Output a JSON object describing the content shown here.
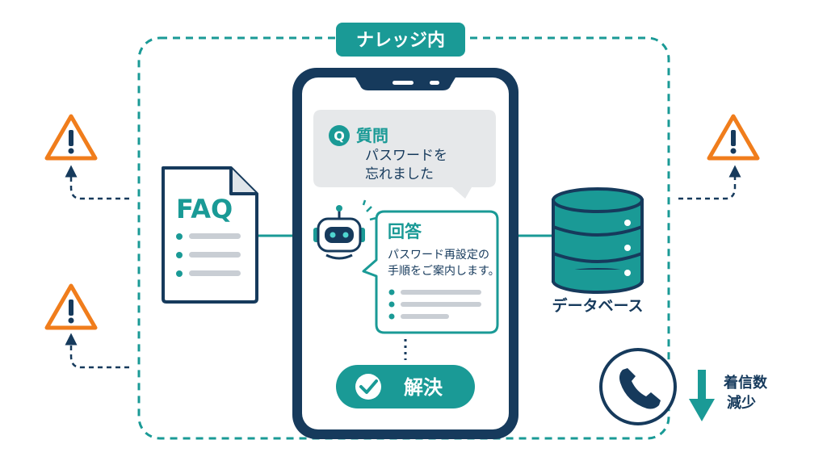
{
  "knowledge_label": "ナレッジ内",
  "faq": {
    "title": "FAQ"
  },
  "question": {
    "badge": "Q",
    "heading": "質問",
    "line1": "パスワードを",
    "line2": "忘れました"
  },
  "answer": {
    "heading": "回答",
    "line1": "パスワード再設定の",
    "line2": "手順をご案内します。"
  },
  "resolved_label": "解決",
  "database_label": "データベース",
  "call_reduction": {
    "line1": "着信数",
    "line2": "減少"
  },
  "colors": {
    "teal": "#1a9a96",
    "navy": "#163a5c",
    "orange": "#f07d1c",
    "gray_bubble": "#e6e8ea",
    "line_gray": "#c9ced4"
  },
  "icons": {
    "warning": "warning-icon",
    "robot": "robot-icon",
    "phone": "phone-icon",
    "check": "check-icon",
    "down_arrow": "down-arrow-icon"
  }
}
